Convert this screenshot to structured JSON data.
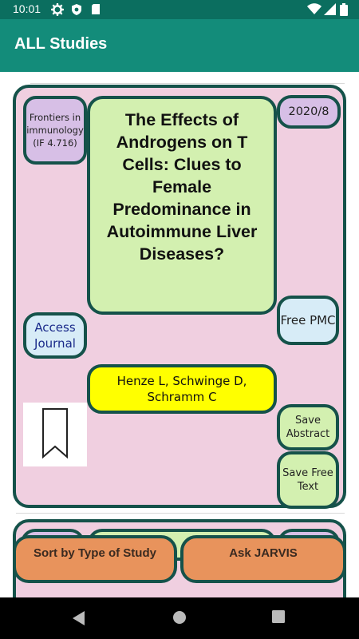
{
  "status_bar": {
    "time": "10:01",
    "icons": [
      "gear-icon",
      "shield-icon",
      "sd-card-icon",
      "wifi-icon",
      "signal-icon",
      "battery-icon"
    ]
  },
  "app_bar": {
    "title": "ALL Studies"
  },
  "study_card": {
    "journal": "Frontiers in immunology (IF 4.716)",
    "date": "2020/8",
    "title": "The Effects of Androgens on T Cells: Clues to Female Predominance in Autoimmune Liver Diseases?",
    "free_pmc": "Free PMC",
    "access_journal": "Access Journal",
    "authors": "Henze L, Schwinge D, Schramm C",
    "bookmark_icon": "bookmark-outline-icon",
    "save_abstract": "Save Abstract",
    "save_free_text": "Save Free Text"
  },
  "bottom_buttons": {
    "sort": "Sort by Type of Study",
    "ask": "Ask JARVIS"
  },
  "nav_bar": {
    "icons": [
      "back-icon",
      "home-icon",
      "recents-icon"
    ]
  },
  "colors": {
    "status_bar": "#0b6e5f",
    "app_bar": "#138c7a",
    "card_bg": "#f0cfe0",
    "card_border": "#15524a",
    "title_bg": "#d3f0b0",
    "journal_bg": "#d7bfe6",
    "link_bg": "#d7ecf7",
    "authors_bg": "#ffff00",
    "button_bg": "#e8935c"
  }
}
